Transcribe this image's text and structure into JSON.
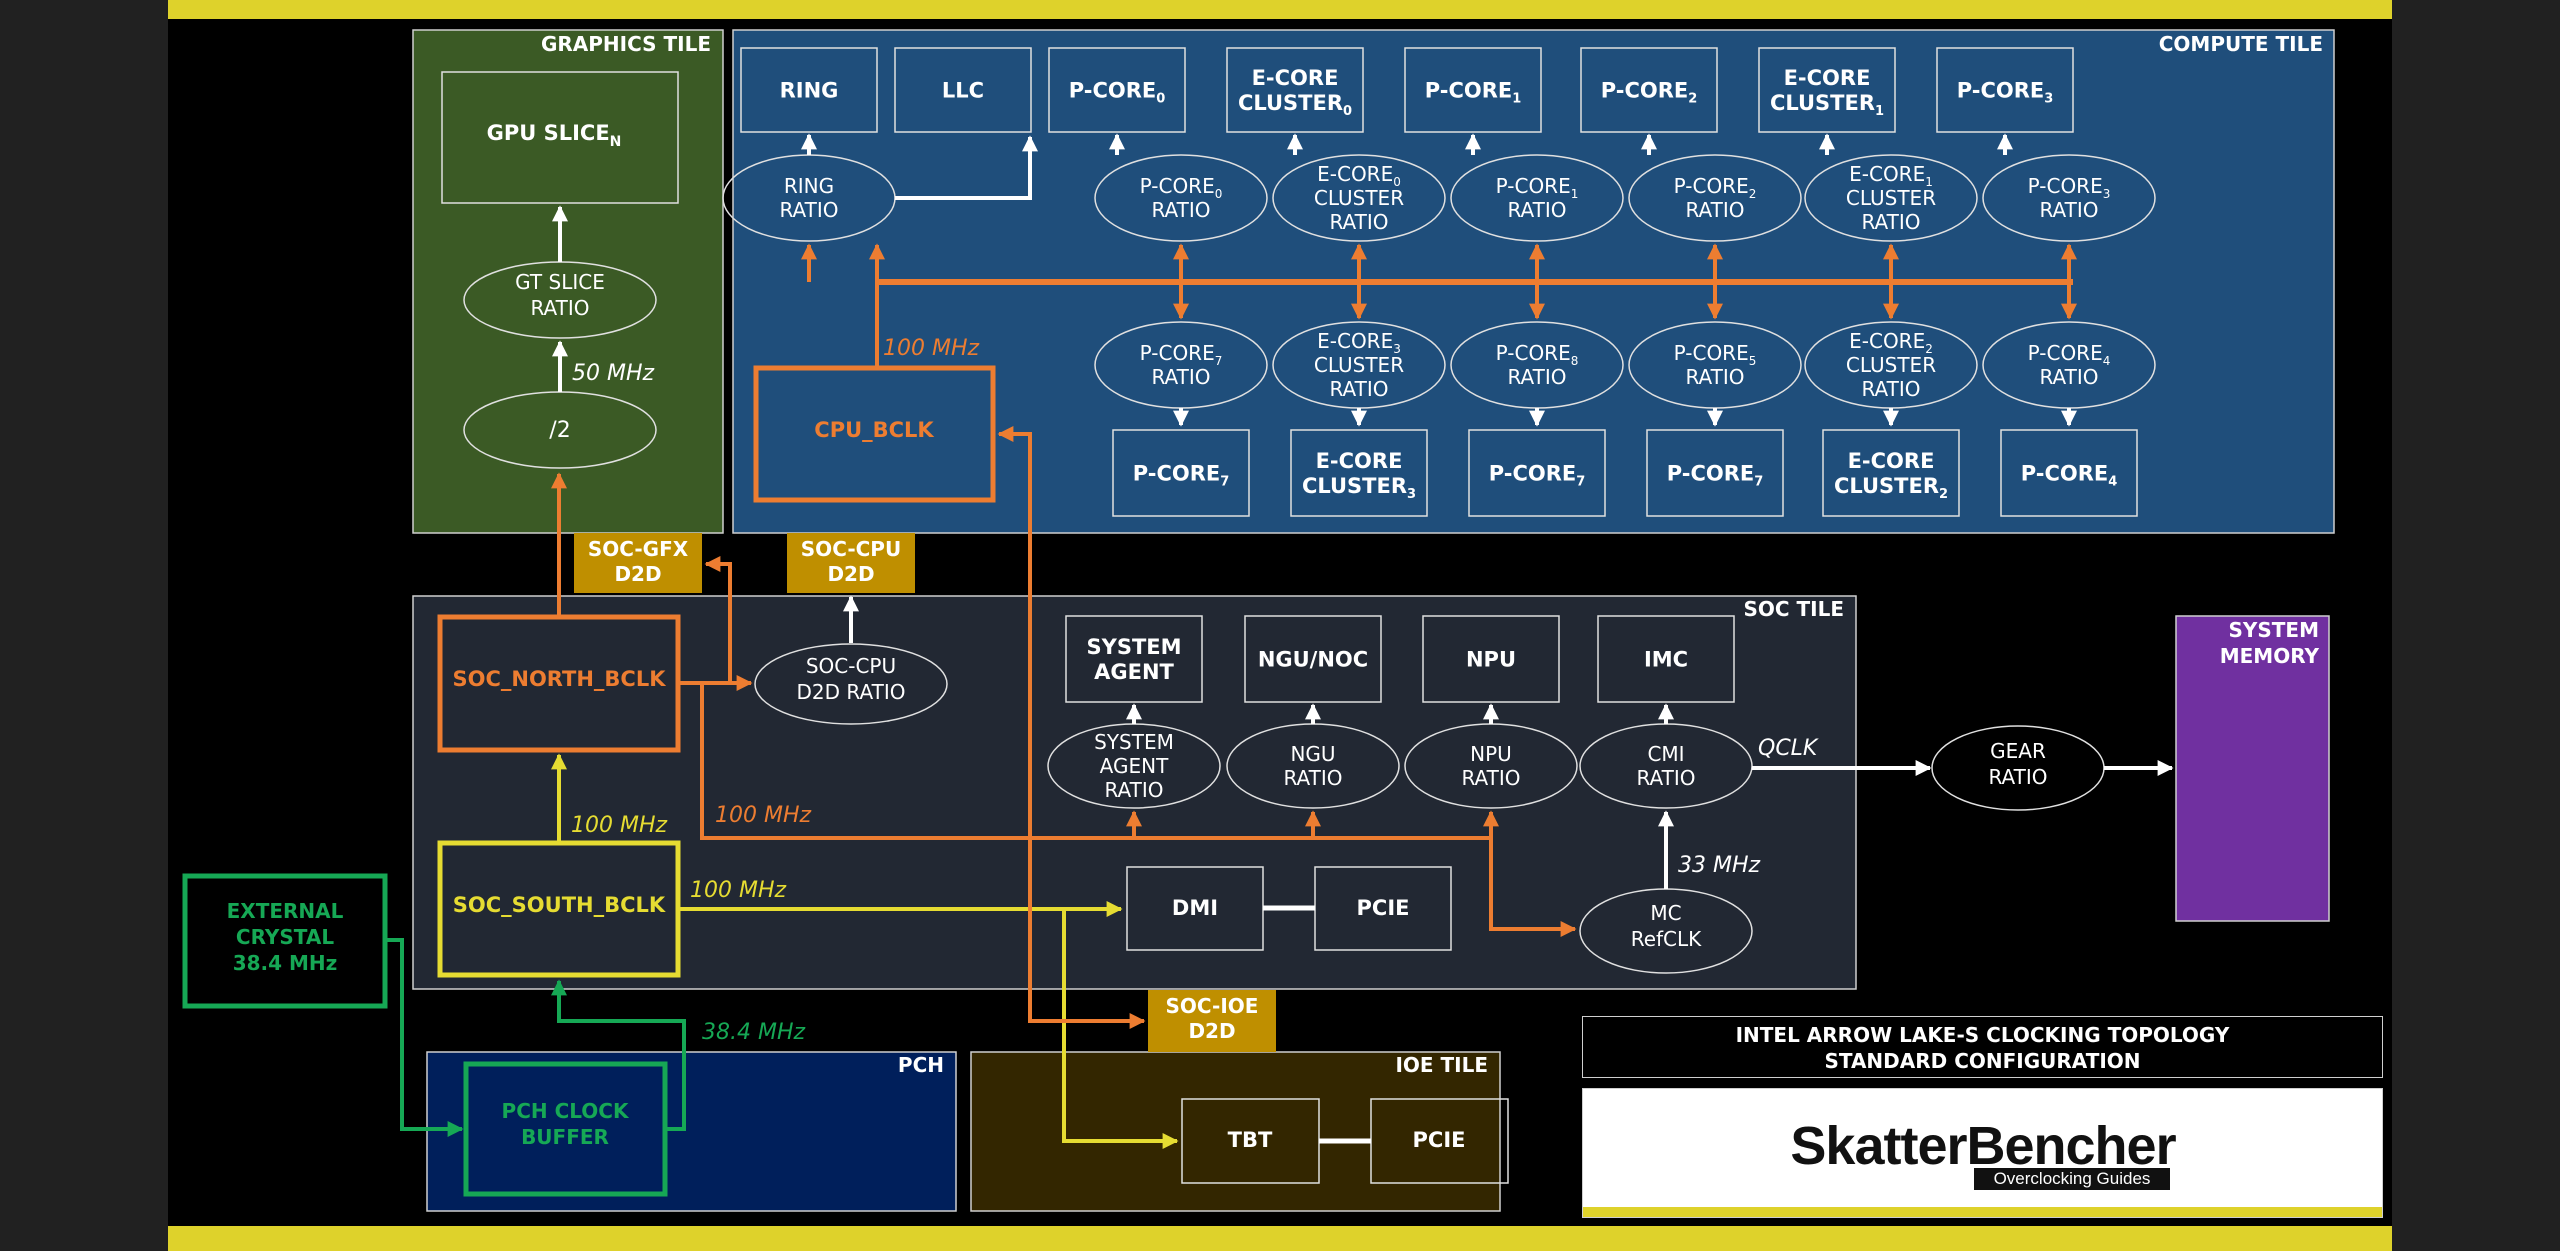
{
  "title": {
    "line1": "INTEL ARROW LAKE-S CLOCKING TOPOLOGY",
    "line2": "STANDARD CONFIGURATION"
  },
  "logo": {
    "brand": "SkatterBencher",
    "tagline": "Overclocking Guides"
  },
  "colors": {
    "accent_yellow": "#ded22b",
    "graphics_tile": "#3b5a25",
    "compute_tile": "#1f4e7b",
    "soc_tile": "#222833",
    "pch": "#001f5b",
    "ioe_tile": "#332600",
    "d2d": "#bf8f00",
    "system_memory": "#7030a0",
    "orange_clock": "#ed7d31",
    "yellow_clock": "#e6dc32",
    "green_clock": "#16a855",
    "white_link": "#ffffff"
  },
  "tiles": {
    "graphics": "GRAPHICS TILE",
    "compute": "COMPUTE TILE",
    "soc": "SOC TILE",
    "pch": "PCH",
    "ioe": "IOE TILE",
    "system_memory": [
      "SYSTEM",
      "MEMORY"
    ]
  },
  "graphics": {
    "gpu_slice": {
      "main": "GPU SLICE",
      "sub": "N"
    },
    "gt_slice_ratio": [
      "GT SLICE",
      "RATIO"
    ],
    "divider": "/2",
    "freq": "50 MHz"
  },
  "compute": {
    "top_blocks": [
      {
        "lines": [
          "RING"
        ],
        "sub": ""
      },
      {
        "lines": [
          "LLC"
        ],
        "sub": ""
      },
      {
        "lines": [
          "P-CORE"
        ],
        "sub": "0"
      },
      {
        "lines": [
          "E-CORE",
          "CLUSTER"
        ],
        "sub": "0"
      },
      {
        "lines": [
          "P-CORE"
        ],
        "sub": "1"
      },
      {
        "lines": [
          "P-CORE"
        ],
        "sub": "2"
      },
      {
        "lines": [
          "E-CORE",
          "CLUSTER"
        ],
        "sub": "1"
      },
      {
        "lines": [
          "P-CORE"
        ],
        "sub": "3"
      }
    ],
    "top_ratios": [
      {
        "lines": [
          "RING",
          "RATIO"
        ],
        "sub": ""
      },
      {
        "lines": [
          "P-CORE",
          "RATIO"
        ],
        "sub": "0"
      },
      {
        "lines": [
          "E-CORE",
          "CLUSTER",
          "RATIO"
        ],
        "sub": "0"
      },
      {
        "lines": [
          "P-CORE",
          "RATIO"
        ],
        "sub": "1"
      },
      {
        "lines": [
          "P-CORE",
          "RATIO"
        ],
        "sub": "2"
      },
      {
        "lines": [
          "E-CORE",
          "CLUSTER",
          "RATIO"
        ],
        "sub": "1"
      },
      {
        "lines": [
          "P-CORE",
          "RATIO"
        ],
        "sub": "3"
      }
    ],
    "bottom_ratios": [
      {
        "lines": [
          "P-CORE",
          "RATIO"
        ],
        "sub": "7"
      },
      {
        "lines": [
          "E-CORE",
          "CLUSTER",
          "RATIO"
        ],
        "sub": "3"
      },
      {
        "lines": [
          "P-CORE",
          "RATIO"
        ],
        "sub": "8"
      },
      {
        "lines": [
          "P-CORE",
          "RATIO"
        ],
        "sub": "5"
      },
      {
        "lines": [
          "E-CORE",
          "CLUSTER",
          "RATIO"
        ],
        "sub": "2"
      },
      {
        "lines": [
          "P-CORE",
          "RATIO"
        ],
        "sub": "4"
      }
    ],
    "bottom_blocks": [
      {
        "lines": [
          "P-CORE"
        ],
        "sub": "7"
      },
      {
        "lines": [
          "E-CORE",
          "CLUSTER"
        ],
        "sub": "3"
      },
      {
        "lines": [
          "P-CORE"
        ],
        "sub": "7"
      },
      {
        "lines": [
          "P-CORE"
        ],
        "sub": "7"
      },
      {
        "lines": [
          "E-CORE",
          "CLUSTER"
        ],
        "sub": "2"
      },
      {
        "lines": [
          "P-CORE"
        ],
        "sub": "4"
      }
    ],
    "cpu_bclk": "CPU_BCLK",
    "cpu_bclk_freq": "100 MHz"
  },
  "d2d": {
    "soc_gfx": [
      "SOC-GFX",
      "D2D"
    ],
    "soc_cpu": [
      "SOC-CPU",
      "D2D"
    ],
    "soc_ioe": [
      "SOC-IOE",
      "D2D"
    ]
  },
  "soc": {
    "north_bclk": "SOC_NORTH_BCLK",
    "south_bclk": "SOC_SOUTH_BCLK",
    "soc_cpu_d2d_ratio": [
      "SOC-CPU",
      "D2D RATIO"
    ],
    "north_freq": "100 MHz",
    "south_to_north_freq": "100 MHz",
    "south_out_freq": "100 MHz",
    "blocks": [
      {
        "lines": [
          "SYSTEM",
          "AGENT"
        ]
      },
      {
        "lines": [
          "NGU/NOC"
        ]
      },
      {
        "lines": [
          "NPU"
        ]
      },
      {
        "lines": [
          "IMC"
        ]
      }
    ],
    "ratios": [
      {
        "lines": [
          "SYSTEM",
          "AGENT",
          "RATIO"
        ]
      },
      {
        "lines": [
          "NGU",
          "RATIO"
        ]
      },
      {
        "lines": [
          "NPU",
          "RATIO"
        ]
      },
      {
        "lines": [
          "CMI",
          "RATIO"
        ]
      }
    ],
    "dmi": "DMI",
    "pcie": "PCIE",
    "mc_refclk": [
      "MC",
      "RefCLK"
    ],
    "mc_freq": "33 MHz",
    "qclk": "QCLK"
  },
  "memory": {
    "gear_ratio": [
      "GEAR",
      "RATIO"
    ]
  },
  "external": {
    "crystal": [
      "EXTERNAL",
      "CRYSTAL",
      "38.4 MHz"
    ],
    "pch_buffer": [
      "PCH CLOCK",
      "BUFFER"
    ],
    "pch_freq": "38.4 MHz"
  },
  "ioe": {
    "tbt": "TBT",
    "pcie": "PCIE"
  }
}
